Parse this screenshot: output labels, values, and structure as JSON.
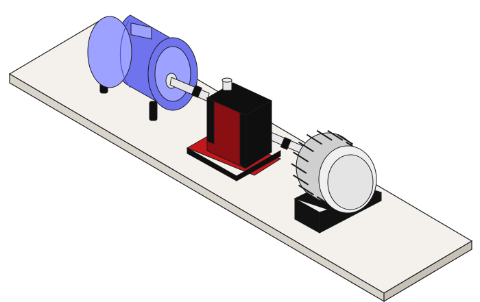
{
  "colors": {
    "background": "#ffffff",
    "base_top": "#f4f1ec",
    "base_front": "#d9d4cc",
    "base_side": "#c7c1b8",
    "outline": "#1a1a1a",
    "motor_body": "#6f74ee",
    "motor_light": "#9da1ff",
    "motor_dark": "#4a4fc9",
    "shaft": "#e8e8e8",
    "bearing_black": "#0f0f0f",
    "bearing_red": "#8a0f12",
    "bearing_red_bright": "#c3171c",
    "flywheel_gray": "#cfcfcf",
    "flywheel_light": "#f0f0f0",
    "pedestal_black": "#121212"
  },
  "components": [
    {
      "name": "baseplate",
      "icon": "baseplate-icon"
    },
    {
      "name": "motor",
      "icon": "motor-icon"
    },
    {
      "name": "shaft",
      "icon": "shaft-icon"
    },
    {
      "name": "bearing-housing",
      "icon": "bearing-icon"
    },
    {
      "name": "flywheel",
      "icon": "flywheel-icon"
    }
  ]
}
